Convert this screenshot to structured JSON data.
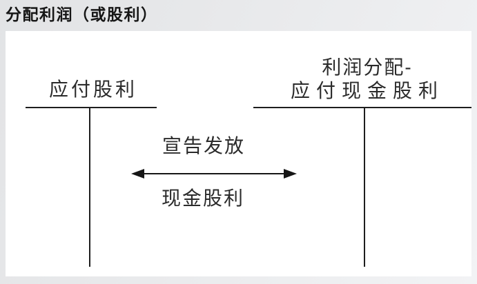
{
  "title": "分配利润（或股利）",
  "diagram": {
    "left_account": {
      "name": "应付股利"
    },
    "right_account": {
      "name_line1": "利润分配-",
      "name_line2": "应付现金股利"
    },
    "flow": {
      "label_top": "宣告发放",
      "label_bottom": "现金股利",
      "arrow_type": "double-headed-horizontal"
    }
  },
  "colors": {
    "line": "#1d1d1d",
    "text": "#2b2b2b",
    "title": "#161616",
    "panel": "#ffffff",
    "background": "#e9eaec"
  }
}
